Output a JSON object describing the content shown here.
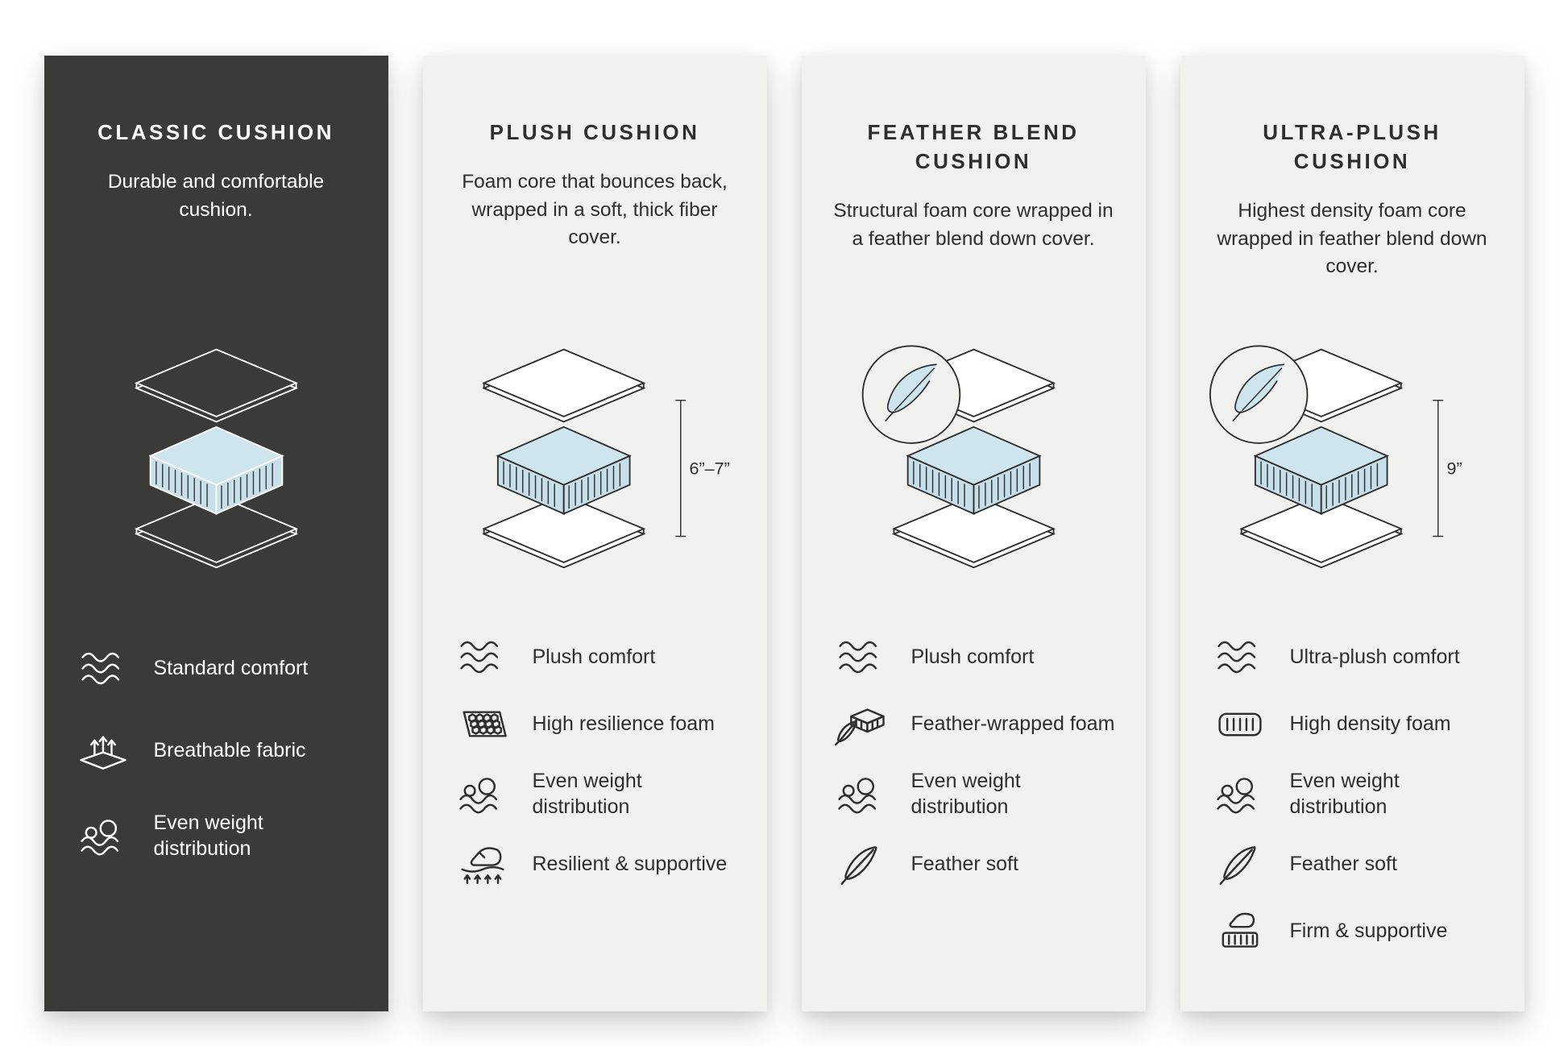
{
  "colors": {
    "dark_panel": "#3a3a38",
    "light_panel": "#f1f1ef",
    "ink": "#2e2e2e",
    "foam_blue": "#cfe5ee",
    "foam_side_blue": "#c6dfe9",
    "background": "#ffffff"
  },
  "panels": [
    {
      "id": "classic-cushion",
      "theme": "dark",
      "title": "CLASSIC CUSHION",
      "description": "Durable and comfortable cushion.",
      "diagram": {
        "feather_badge": false,
        "measurement": ""
      },
      "features": [
        {
          "icon": "comfort-waves-icon",
          "label": "Standard comfort"
        },
        {
          "icon": "breathable-fabric-icon",
          "label": "Breathable fabric"
        },
        {
          "icon": "even-weight-icon",
          "label": "Even weight distribution"
        }
      ]
    },
    {
      "id": "plush-cushion",
      "theme": "light",
      "title": "PLUSH CUSHION",
      "description": "Foam core that bounces back, wrapped in a soft, thick fiber cover.",
      "diagram": {
        "feather_badge": false,
        "measurement": "6”–7”"
      },
      "features": [
        {
          "icon": "comfort-waves-icon",
          "label": "Plush comfort"
        },
        {
          "icon": "high-resilience-foam-icon",
          "label": "High resilience foam"
        },
        {
          "icon": "even-weight-icon",
          "label": "Even weight distribution"
        },
        {
          "icon": "resilient-supportive-icon",
          "label": "Resilient & supportive"
        }
      ]
    },
    {
      "id": "feather-blend-cushion",
      "theme": "light",
      "title": "FEATHER BLEND CUSHION",
      "description": "Structural foam core wrapped in a feather blend down cover.",
      "diagram": {
        "feather_badge": true,
        "measurement": ""
      },
      "features": [
        {
          "icon": "comfort-waves-icon",
          "label": "Plush comfort"
        },
        {
          "icon": "feather-wrapped-foam-icon",
          "label": "Feather-wrapped foam"
        },
        {
          "icon": "even-weight-icon",
          "label": "Even weight distribution"
        },
        {
          "icon": "feather-soft-icon",
          "label": "Feather soft"
        }
      ]
    },
    {
      "id": "ultra-plush-cushion",
      "theme": "light",
      "title": "ULTRA-PLUSH CUSHION",
      "description": "Highest density foam core wrapped in feather blend down cover.",
      "diagram": {
        "feather_badge": true,
        "measurement": "9”"
      },
      "features": [
        {
          "icon": "comfort-waves-icon",
          "label": "Ultra-plush comfort"
        },
        {
          "icon": "high-density-foam-icon",
          "label": "High density foam"
        },
        {
          "icon": "even-weight-icon",
          "label": "Even weight distribution"
        },
        {
          "icon": "feather-soft-icon",
          "label": "Feather soft"
        },
        {
          "icon": "firm-supportive-icon",
          "label": "Firm & supportive"
        }
      ]
    }
  ]
}
